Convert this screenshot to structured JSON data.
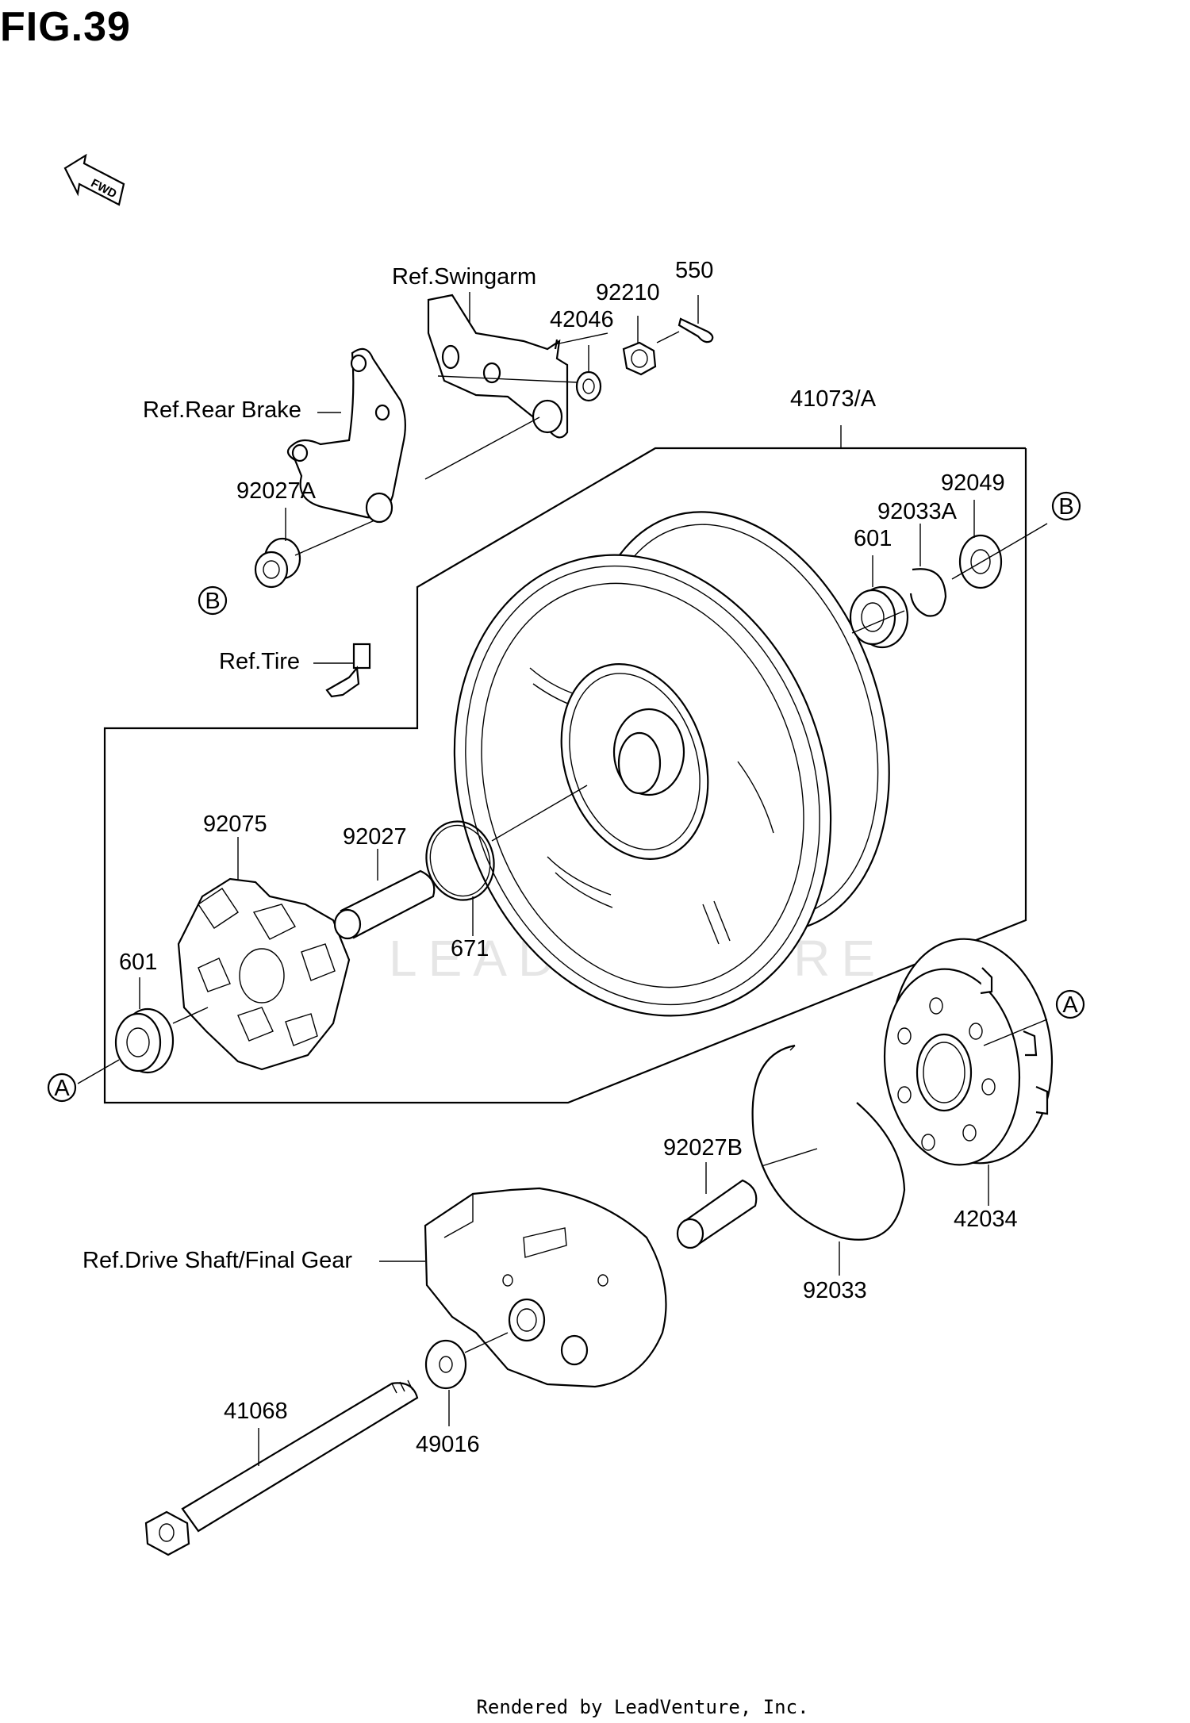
{
  "figure_title": "FIG.39",
  "watermark": "LEADVENTURE",
  "direction_arrow": "FWD",
  "footer": "Rendered by LeadVenture, Inc.",
  "callouts": {
    "A": "A",
    "B": "B"
  },
  "labels": {
    "ref_swingarm": "Ref.Swingarm",
    "ref_rear_brake": "Ref.Rear Brake",
    "ref_tire": "Ref.Tire",
    "ref_drive_shaft": "Ref.Drive Shaft/Final Gear",
    "p550": "550",
    "p92210": "92210",
    "p42046": "42046",
    "p41073A": "41073/A",
    "p92027A": "92027A",
    "p92049": "92049",
    "p92033A": "92033A",
    "p601_top": "601",
    "p92075": "92075",
    "p92027": "92027",
    "p671": "671",
    "p601_left": "601",
    "p92027B": "92027B",
    "p42034": "42034",
    "p92033": "92033",
    "p41068": "41068",
    "p49016": "49016"
  }
}
